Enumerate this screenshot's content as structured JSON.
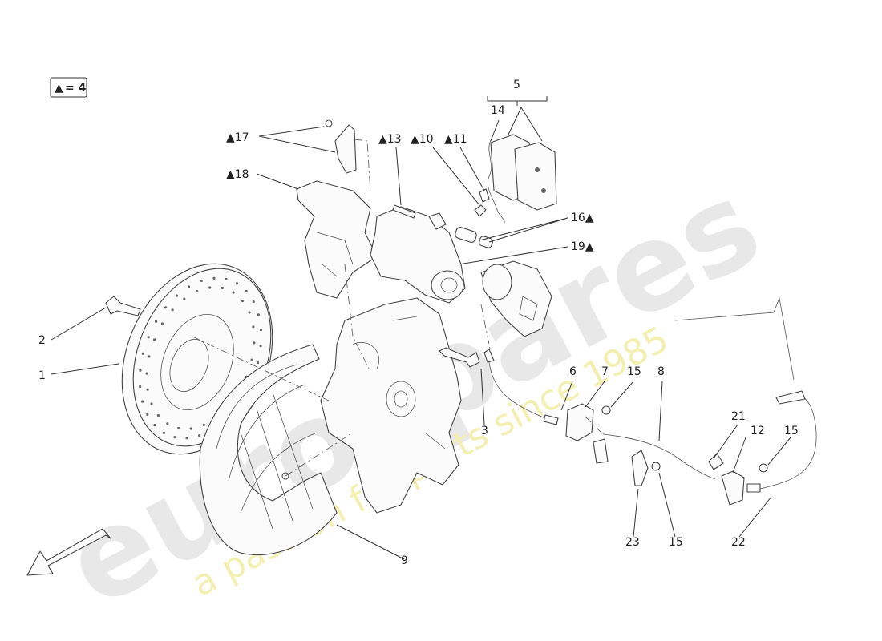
{
  "legend": {
    "symbol": "▲",
    "text": "= 4"
  },
  "watermark": {
    "brand": "eurospares",
    "tagline": "a passion for parts since 1985"
  },
  "callouts": {
    "c1": "1",
    "c2": "2",
    "c3": "3",
    "c5": "5",
    "c6": "6",
    "c7": "7",
    "c8": "8",
    "c9": "9",
    "c10": "▲10",
    "c11": "▲11",
    "c12": "12",
    "c13": "▲13",
    "c14": "14",
    "c15a": "15",
    "c15b": "15",
    "c15c": "15",
    "c16": "16▲",
    "c17": "▲17",
    "c18": "▲18",
    "c19": "19▲",
    "c21": "21",
    "c22": "22",
    "c23": "23"
  },
  "colors": {
    "line": "#444444",
    "watermark_grey": "#e8e8e8",
    "watermark_yellow": "#f3efb0"
  }
}
